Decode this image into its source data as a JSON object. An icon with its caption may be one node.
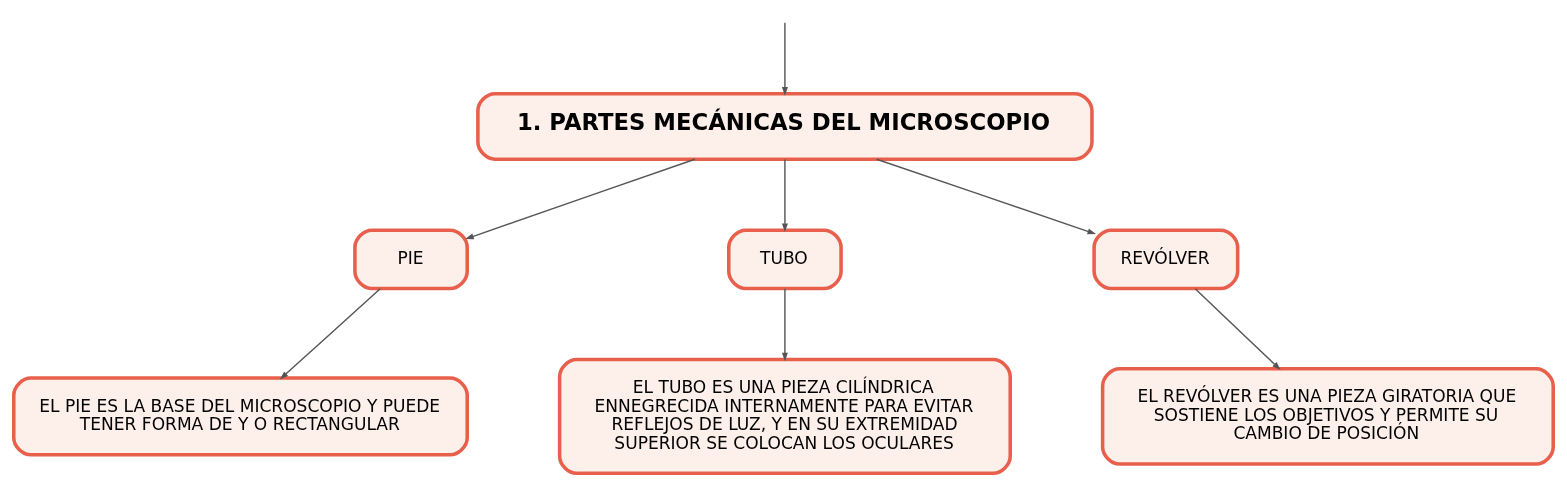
{
  "diagram": {
    "nodes": [
      {
        "text": [
          "1. PARTES MECÁNICAS DEL MICROSCOPIO"
        ]
      },
      {
        "text": [
          "PIE"
        ]
      },
      {
        "text": [
          "TUBO"
        ]
      },
      {
        "text": [
          "REVÓLVER"
        ]
      },
      {
        "text": [
          "EL PIE ES LA BASE DEL MICROSCOPIO Y PUEDE TENER FORMA DE Y O RECTANGULAR"
        ]
      },
      {
        "text": [
          "EL TUBO ES UNA PIEZA CILÍNDRICA ENNEGRECIDA INTERNAMENTE PARA EVITAR REFLEJOS DE LUZ, Y EN SU EXTREMIDAD SUPERIOR SE COLOCAN LOS OCULARES"
        ]
      },
      {
        "text": [
          "EL REVÓLVER ES UNA PIEZA GIRATORIA QUE SOSTIENE LOS OBJETIVOS Y PERMITE SU CAMBIO DE POSICIÓN"
        ]
      }
    ],
    "edges": [
      {
        "from": null,
        "to": 0,
        "arrow": "to"
      },
      {
        "from": 0,
        "to": 1,
        "arrow": "to"
      },
      {
        "from": 0,
        "to": 2,
        "arrow": "to"
      },
      {
        "from": 0,
        "to": 3,
        "arrow": "to"
      },
      {
        "from": 1,
        "to": 4,
        "arrow": "to"
      },
      {
        "from": 2,
        "to": 5,
        "arrow": "to"
      },
      {
        "from": 3,
        "to": 6,
        "arrow": "to"
      }
    ]
  }
}
